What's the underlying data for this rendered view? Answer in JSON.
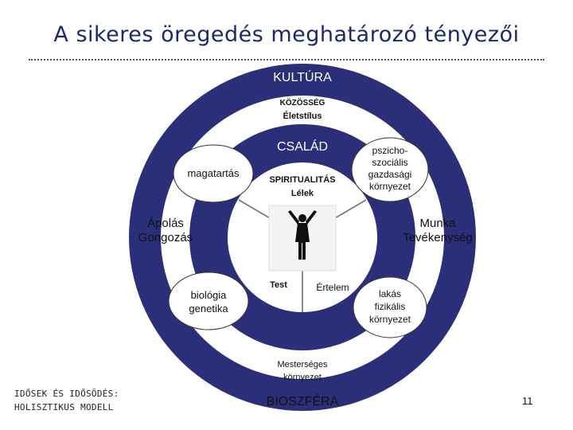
{
  "title": "A sikeres öregedés meghatározó tényezői",
  "rings": {
    "outer": "KULTÚRA",
    "community": "KÖZÖSSÉG",
    "lifestyle": "Életstílus",
    "family": "CSALÁD",
    "spirituality": "SPIRITUALITÁS",
    "soul": "Lélek",
    "body": "Test",
    "mind": "Értelem",
    "artificial_env_1": "Mesterséges",
    "artificial_env_2": "környezet",
    "biosphere": "BIOSZFÉRA"
  },
  "side_labels": {
    "care_1": "Ápolás",
    "care_2": "Gongozás",
    "work_1": "Munka",
    "work_2": "Tevékenység"
  },
  "factors": {
    "behavior": "magatartás",
    "psychosocial_1": "pszicho-",
    "psychosocial_2": "szociális",
    "psychosocial_3": "gazdasági",
    "psychosocial_4": "környezet",
    "biology_1": "biológia",
    "biology_2": "genetika",
    "housing_1": "lakás",
    "housing_2": "fizikális",
    "housing_3": "környezet"
  },
  "footer": {
    "line1": "IDŐSEK ÉS IDŐSÖDÉS:",
    "line2": "HOLISZTIKUS MODELL",
    "page": "11"
  },
  "colors": {
    "ring_dark": "#2b2f7a",
    "ring_light": "#ffffff"
  }
}
